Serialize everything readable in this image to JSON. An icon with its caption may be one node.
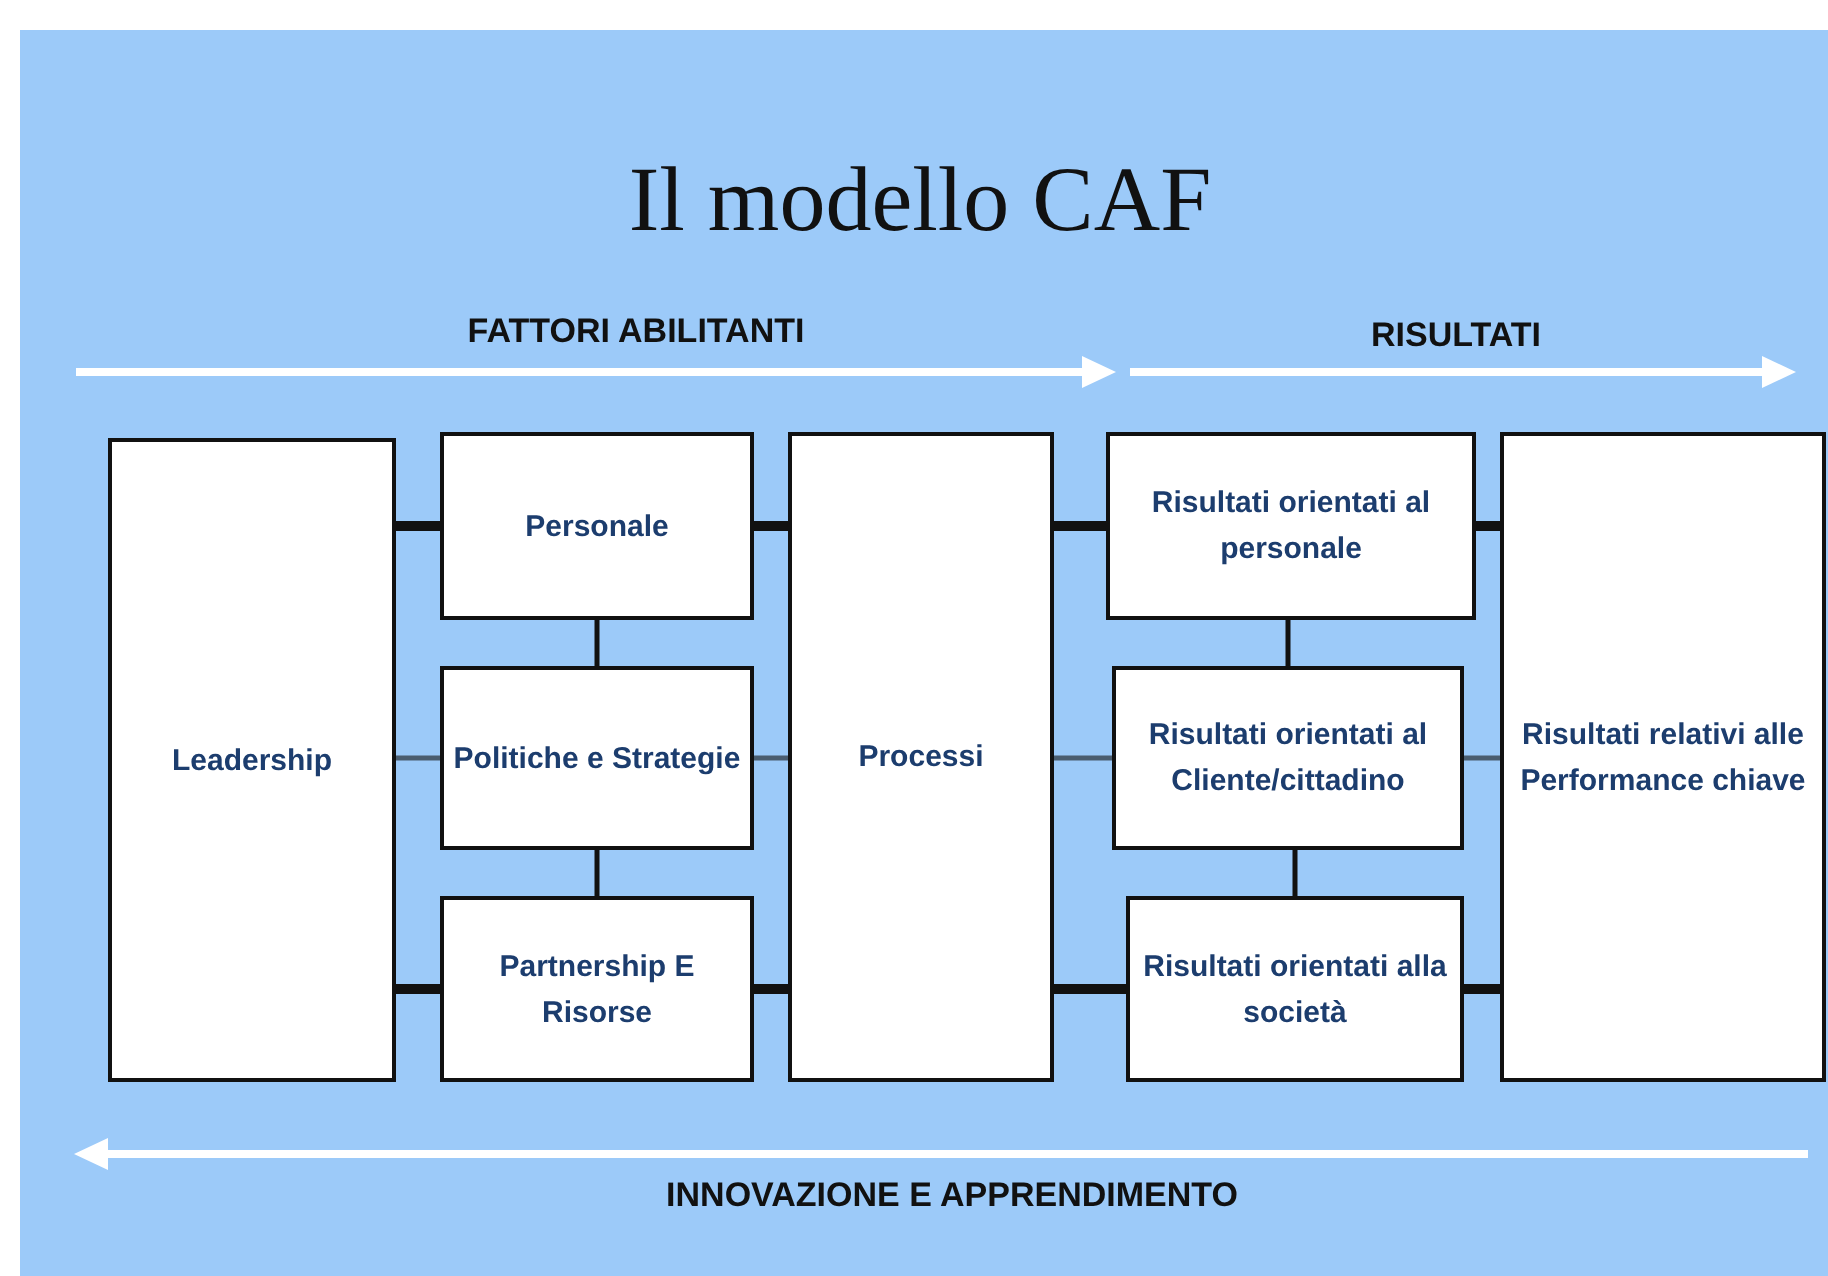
{
  "diagram": {
    "title": "Il modello CAF",
    "nodes": [
      {
        "text": [
          "Leadership"
        ]
      },
      {
        "text": [
          "Personale"
        ]
      },
      {
        "text": [
          "Politiche e Strategie"
        ]
      },
      {
        "text": [
          "Partnership E Risorse"
        ]
      },
      {
        "text": [
          "Processi"
        ]
      },
      {
        "text": [
          "Risultati orientati al personale"
        ]
      },
      {
        "text": [
          "Risultati orientati al Cliente/cittadino"
        ]
      },
      {
        "text": [
          "Risultati orientati alla società"
        ]
      },
      {
        "text": [
          "Risultati relativi alle Performance chiave"
        ]
      }
    ],
    "edges": [
      {
        "from": 0,
        "to": 1,
        "arrow": "none",
        "style": "thick"
      },
      {
        "from": 0,
        "to": 2,
        "arrow": "none",
        "color": "#4a5d70"
      },
      {
        "from": 0,
        "to": 3,
        "arrow": "none",
        "style": "thick"
      },
      {
        "from": 1,
        "to": 2,
        "arrow": "none"
      },
      {
        "from": 2,
        "to": 3,
        "arrow": "none"
      },
      {
        "from": 1,
        "to": 4,
        "arrow": "none",
        "style": "thick"
      },
      {
        "from": 2,
        "to": 4,
        "arrow": "none",
        "color": "#4a5d70"
      },
      {
        "from": 3,
        "to": 4,
        "arrow": "none",
        "style": "thick"
      },
      {
        "from": 4,
        "to": 5,
        "arrow": "none",
        "style": "thick"
      },
      {
        "from": 4,
        "to": 6,
        "arrow": "none",
        "color": "#4a5d70"
      },
      {
        "from": 4,
        "to": 7,
        "arrow": "none",
        "style": "thick"
      },
      {
        "from": 5,
        "to": 6,
        "arrow": "none"
      },
      {
        "from": 6,
        "to": 7,
        "arrow": "none"
      },
      {
        "from": 5,
        "to": 8,
        "arrow": "none",
        "style": "thick"
      },
      {
        "from": 6,
        "to": 8,
        "arrow": "none",
        "color": "#4a5d70"
      },
      {
        "from": 7,
        "to": 8,
        "arrow": "none",
        "style": "thick"
      }
    ],
    "labels": [
      "FATTORI ABILITANTI",
      "RISULTATI",
      "INNOVAZIONE E APPRENDIMENTO"
    ]
  }
}
